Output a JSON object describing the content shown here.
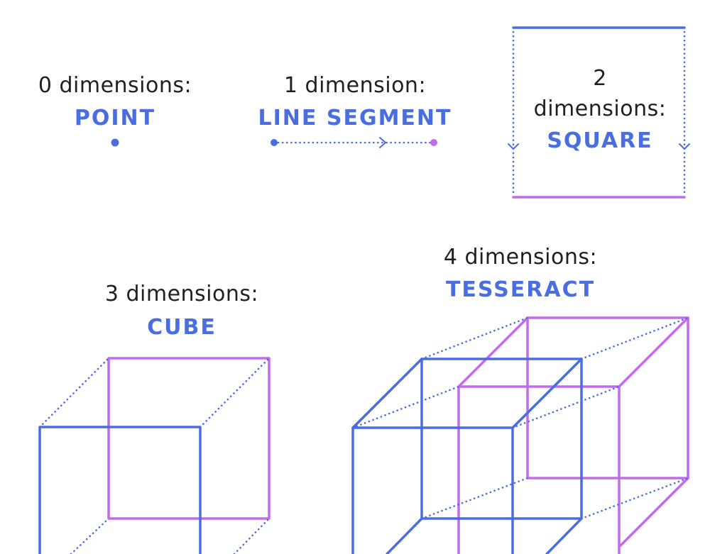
{
  "colors": {
    "blue": "#4a6ee0",
    "purple": "#c36be8",
    "text": "#1f1f24"
  },
  "point": {
    "dimension_label": "0 dimensions:",
    "name": "POINT"
  },
  "line": {
    "dimension_label": "1 dimension:",
    "name": "LINE SEGMENT"
  },
  "square": {
    "dimension_number": "2",
    "dimension_word": "dimensions:",
    "name": "SQUARE"
  },
  "cube": {
    "dimension_label": "3 dimensions:",
    "name": "CUBE"
  },
  "tesseract": {
    "dimension_label": "4 dimensions:",
    "name": "TESSERACT"
  }
}
